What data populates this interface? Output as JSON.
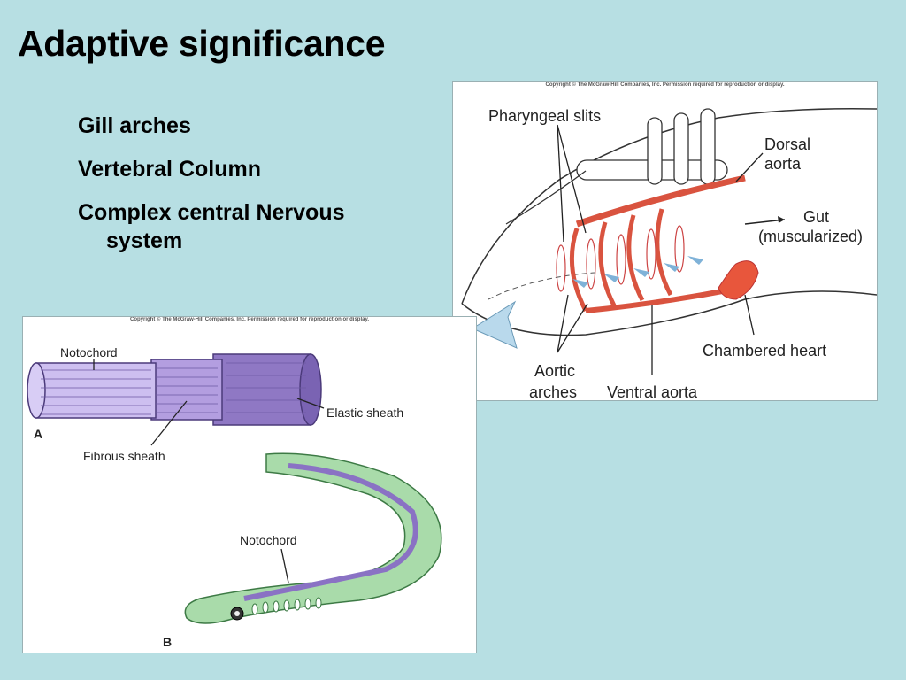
{
  "title": "Adaptive significance",
  "bullets": [
    {
      "line1": "Gill arches",
      "line2": ""
    },
    {
      "line1": "Vertebral Column",
      "line2": ""
    },
    {
      "line1": "Complex central Nervous",
      "line2": "system"
    }
  ],
  "figure_circulation": {
    "copyright": "Copyright © The McGraw-Hill Companies, Inc. Permission required for reproduction or display.",
    "labels": {
      "pharyngeal_slits": "Pharyngeal slits",
      "dorsal_aorta_1": "Dorsal",
      "dorsal_aorta_2": "aorta",
      "gut_1": "Gut",
      "gut_2": "(muscularized)",
      "chambered_heart": "Chambered heart",
      "aortic_arches_1": "Aortic",
      "aortic_arches_2": "arches",
      "ventral_aorta": "Ventral aorta"
    }
  },
  "figure_notochord": {
    "copyright": "Copyright © The McGraw-Hill Companies, Inc. Permission required for reproduction or display.",
    "labels": {
      "notochord_a": "Notochord",
      "elastic_sheath": "Elastic sheath",
      "fibrous_sheath": "Fibrous sheath",
      "panel_a": "A",
      "notochord_b": "Notochord",
      "panel_b": "B"
    }
  },
  "colors": {
    "background": "#b7dfe3",
    "artery_red": "#d9533f",
    "heart_red": "#e8563c",
    "notochord_purple": "#a38fd6",
    "lamprey_green": "#a9dbaa"
  }
}
